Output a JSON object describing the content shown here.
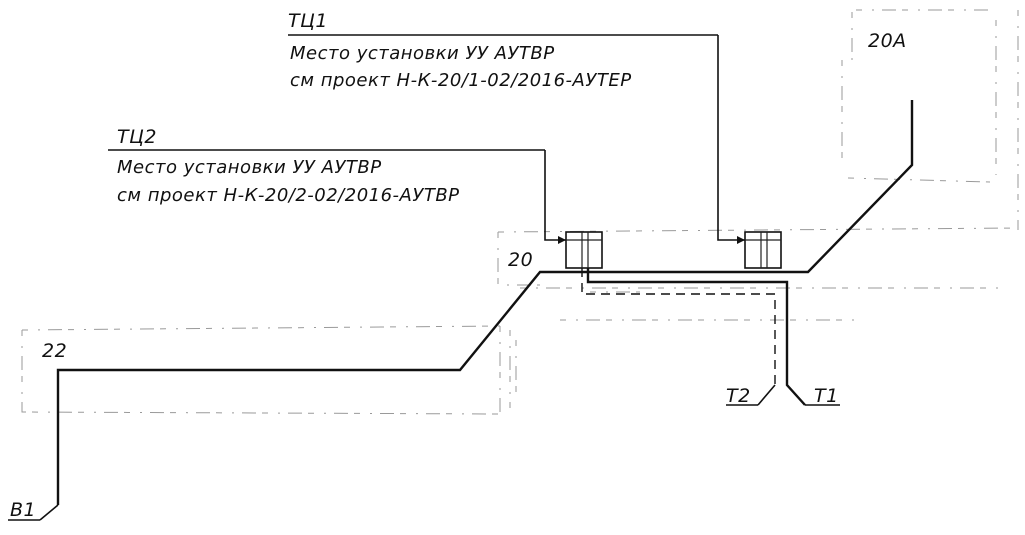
{
  "labels": {
    "tc1": {
      "name": "ТЦ1",
      "line1": "Место установки УУ АУТВР",
      "line2": "см проект Н-К-20/1-02/2016-АУТЕР"
    },
    "tc2": {
      "name": "ТЦ2",
      "line1": "Место установки УУ АУТВР",
      "line2": "см проект Н-К-20/2-02/2016-АУТВР"
    },
    "building_20": "20",
    "building_20a": "20А",
    "building_22": "22",
    "pipe_b1": "В1",
    "pipe_t1": "Т1",
    "pipe_t2": "Т2"
  },
  "colors": {
    "line": "#111111",
    "background_lines": "#9a9a9a",
    "paper": "#ffffff"
  }
}
